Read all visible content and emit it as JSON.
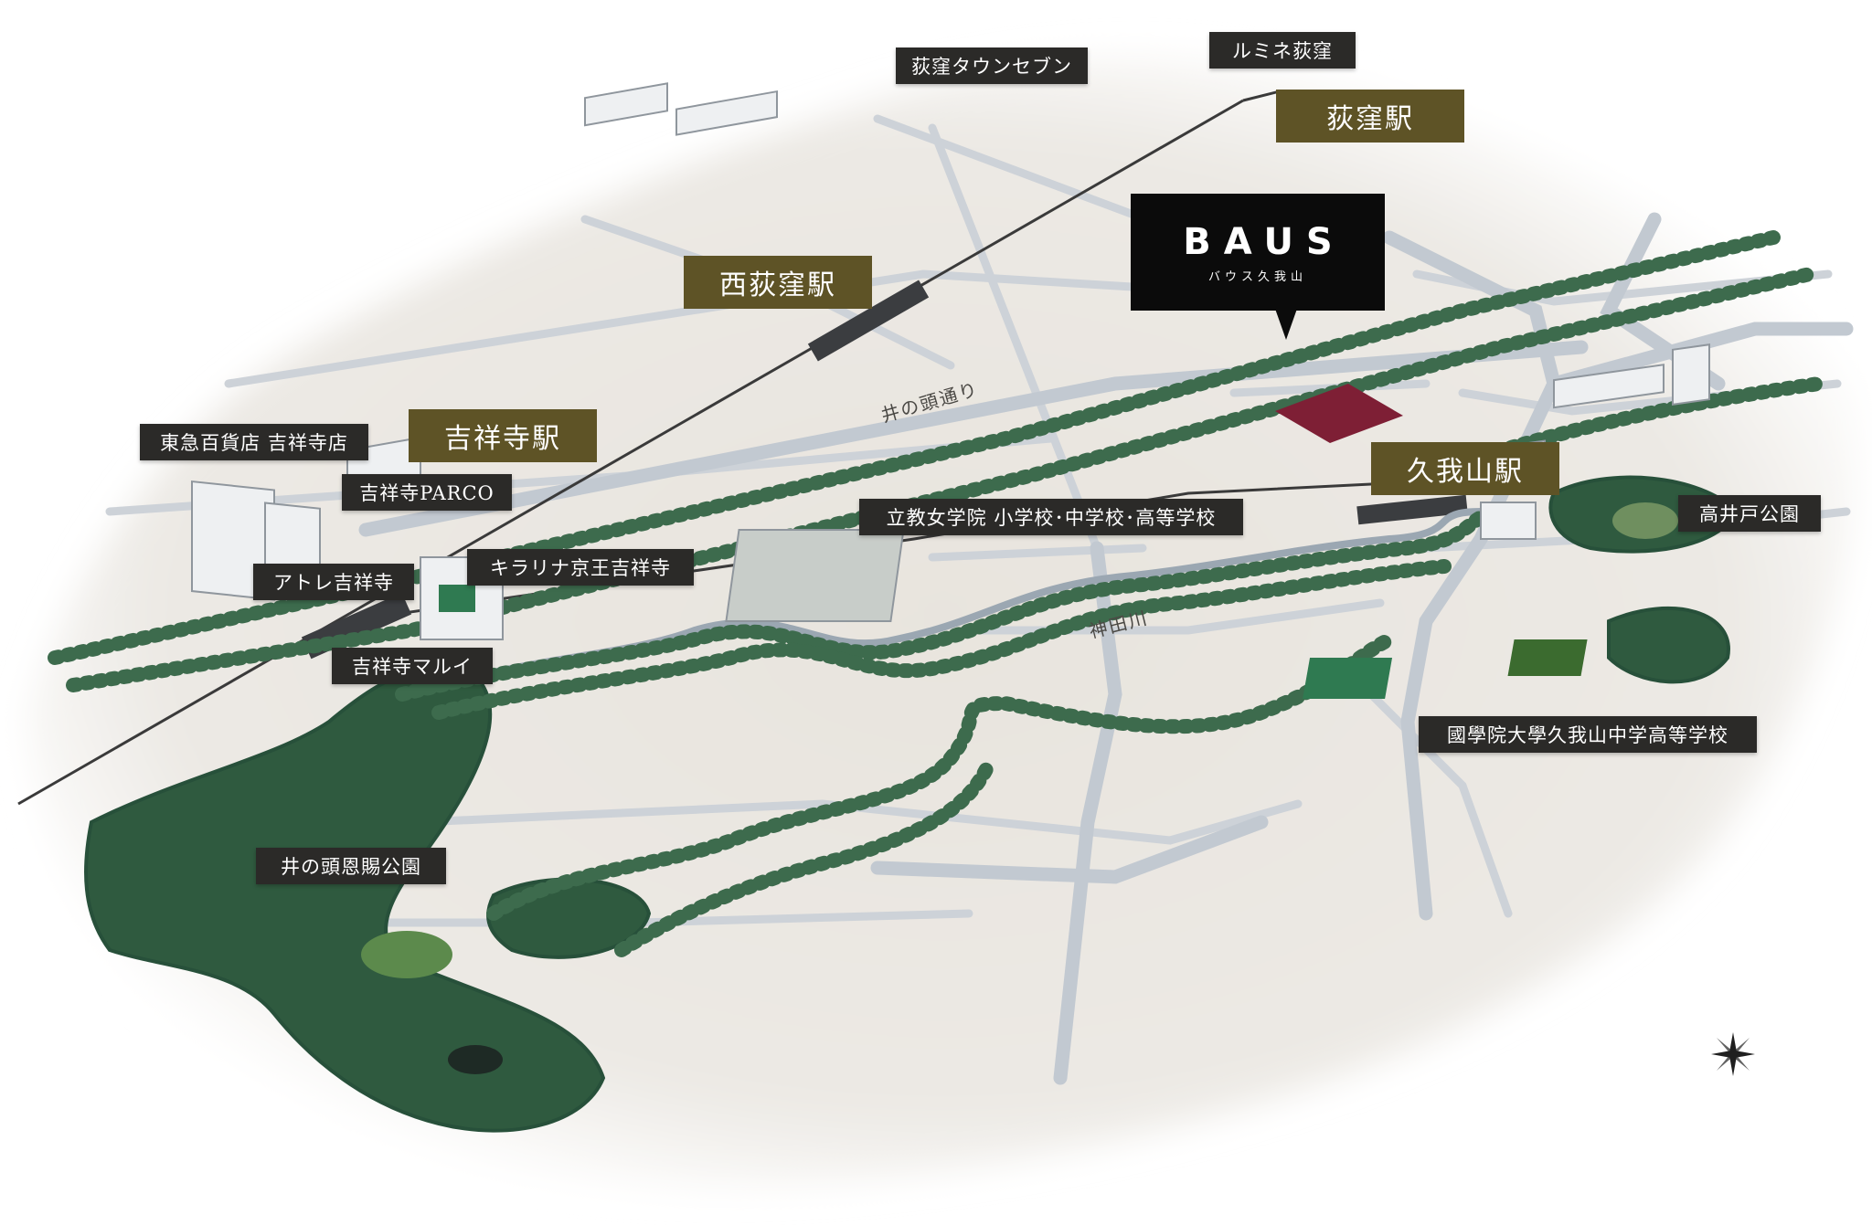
{
  "map": {
    "brand": {
      "logo": "BAUS",
      "subtitle": "バウス久我山"
    },
    "stations": [
      {
        "id": "ogikubo",
        "name": "荻窪駅"
      },
      {
        "id": "nishi-ogikubo",
        "name": "西荻窪駅"
      },
      {
        "id": "kichijoji",
        "name": "吉祥寺駅"
      },
      {
        "id": "kugayama",
        "name": "久我山駅"
      }
    ],
    "landmarks": [
      {
        "id": "ogikubo-town-seven",
        "name": "荻窪タウンセブン"
      },
      {
        "id": "lumine-ogikubo",
        "name": "ルミネ荻窪"
      },
      {
        "id": "tokyu-dept",
        "name": "東急百貨店 吉祥寺店"
      },
      {
        "id": "kichijoji-parco",
        "name": "吉祥寺PARCO"
      },
      {
        "id": "rikkyo-girls",
        "name": "立教女学院 小学校･中学校･高等学校"
      },
      {
        "id": "takaido-park",
        "name": "高井戸公園"
      },
      {
        "id": "atre-kichijoji",
        "name": "アトレ吉祥寺"
      },
      {
        "id": "kirarina",
        "name": "キラリナ京王吉祥寺"
      },
      {
        "id": "kichijoji-marui",
        "name": "吉祥寺マルイ"
      },
      {
        "id": "kokugakuin-kugayama",
        "name": "國學院大學久我山中学高等学校"
      },
      {
        "id": "inokashira-park",
        "name": "井の頭恩賜公園"
      }
    ],
    "roads": {
      "inokashira_dori": "井の頭通り",
      "kanda_river": "神田川"
    },
    "colors": {
      "ground": "#e9e5df",
      "road": "#c9cfd6",
      "tree": "#3d6b4d",
      "forest": "#2f5a3f",
      "site": "#7e1f35",
      "station_label": "#5e5326",
      "landmark_label": "#2b2a28"
    },
    "compass": "compass-rose-icon"
  }
}
